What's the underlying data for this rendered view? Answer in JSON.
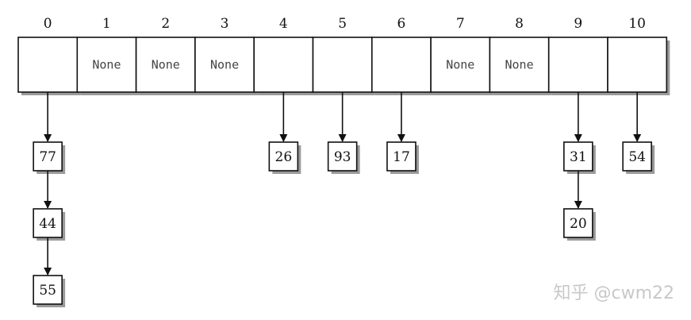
{
  "slots": [
    {
      "index": "0",
      "label": "",
      "chain": [
        "77",
        "44",
        "55"
      ]
    },
    {
      "index": "1",
      "label": "None",
      "chain": []
    },
    {
      "index": "2",
      "label": "None",
      "chain": []
    },
    {
      "index": "3",
      "label": "None",
      "chain": []
    },
    {
      "index": "4",
      "label": "",
      "chain": [
        "26"
      ]
    },
    {
      "index": "5",
      "label": "",
      "chain": [
        "93"
      ]
    },
    {
      "index": "6",
      "label": "",
      "chain": [
        "17"
      ]
    },
    {
      "index": "7",
      "label": "None",
      "chain": []
    },
    {
      "index": "8",
      "label": "None",
      "chain": []
    },
    {
      "index": "9",
      "label": "",
      "chain": [
        "31",
        "20"
      ]
    },
    {
      "index": "10",
      "label": "",
      "chain": [
        "54"
      ]
    }
  ],
  "watermark": "知乎 @cwm22",
  "colors": {
    "stroke": "#111111",
    "shadow": "#9a9a9a",
    "background": "#ffffff"
  }
}
